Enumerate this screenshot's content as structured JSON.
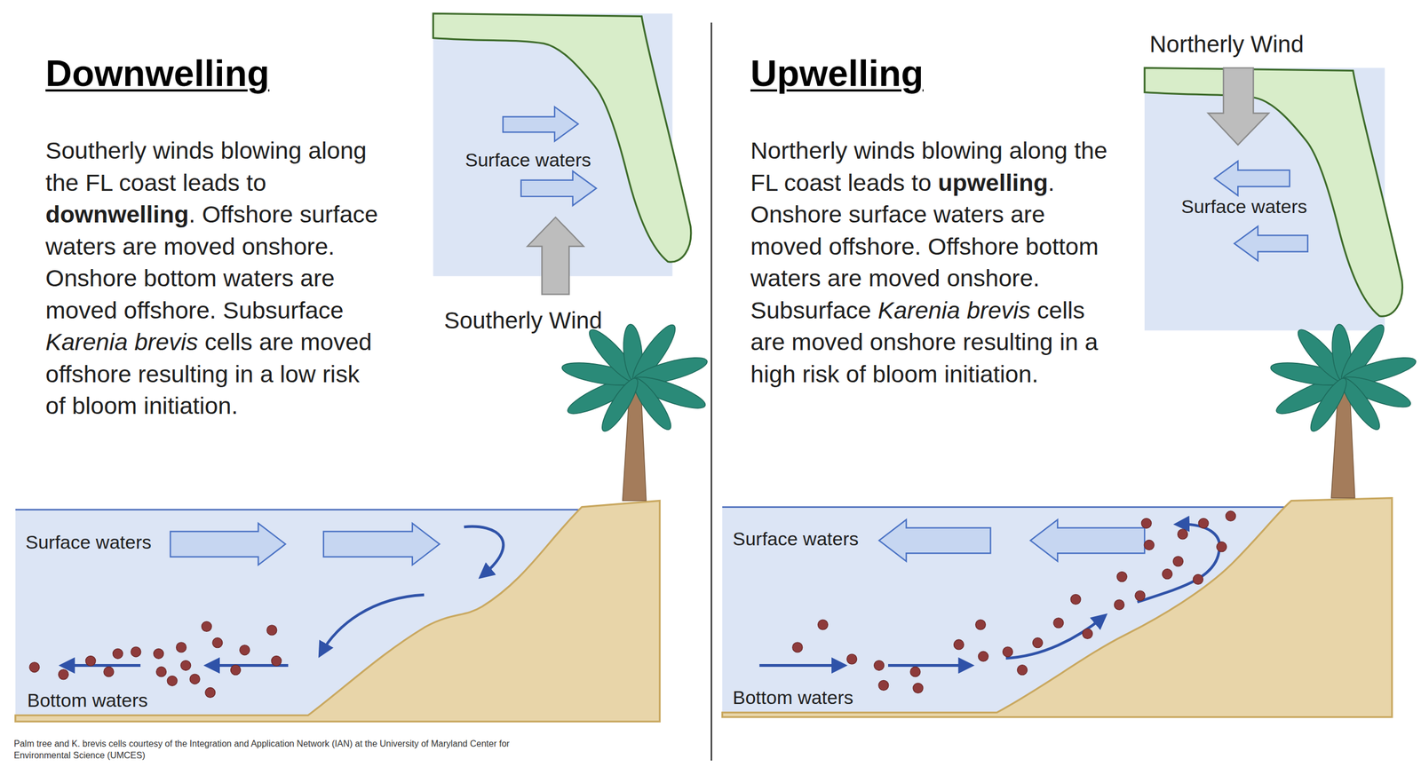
{
  "diagram": {
    "caption": "Palm tree and K. brevis cells courtesy of the Integration and Application Network (IAN) at the University of Maryland Center for Environmental Science (UMCES)",
    "labels": [
      "Downwelling",
      "Southerly winds blowing along the FL coast leads to",
      "downwelling",
      ". Offshore surface waters are moved onshore. Onshore bottom waters are moved offshore. Subsurface",
      "Karenia brevis",
      "cells are moved offshore resulting in a low risk of bloom initiation.",
      "Surface waters",
      "Southerly Wind",
      "Upwelling",
      "Northerly winds blowing along the FL coast leads to",
      "upwelling",
      ". Onshore surface waters are moved offshore. Offshore bottom waters are moved onshore. Subsurface",
      "Karenia brevis",
      "cells are moved onshore resulting in a high risk of bloom initiation.",
      "Northerly Wind",
      "Surface waters",
      "Surface waters",
      "Bottom waters",
      "Surface waters",
      "Bottom waters"
    ]
  }
}
